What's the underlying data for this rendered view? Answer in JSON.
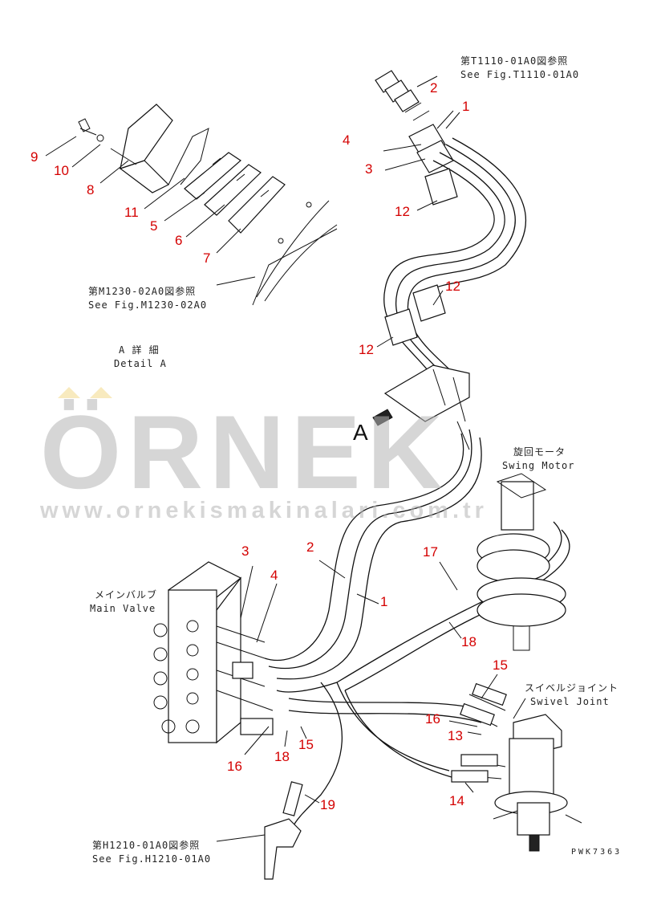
{
  "references": {
    "top": {
      "jp": "第T1110-01A0図参照",
      "en": "See Fig.T1110-01A0"
    },
    "middle_left": {
      "jp": "第M1230-02A0図参照",
      "en": "See Fig.M1230-02A0"
    },
    "bottom": {
      "jp": "第H1210-01A0図参照",
      "en": "See Fig.H1210-01A0"
    }
  },
  "detail": {
    "jp": "A 詳 細",
    "en": "Detail A",
    "marker": "A"
  },
  "components": {
    "swing_motor": {
      "jp": "旋回モータ",
      "en": "Swing Motor"
    },
    "main_valve": {
      "jp": "メインバルブ",
      "en": "Main Valve"
    },
    "swivel_joint": {
      "jp": "スイベルジョイント",
      "en": "Swivel Joint"
    }
  },
  "watermark": {
    "brand": "ÖRNEK",
    "url": "www.ornekismakinalari.com.tr"
  },
  "drawing_code": "PWK7363",
  "callouts": [
    "9",
    "10",
    "8",
    "11",
    "5",
    "6",
    "7",
    "2",
    "1",
    "4",
    "3",
    "12",
    "12",
    "12",
    "3",
    "4",
    "2",
    "1",
    "17",
    "18",
    "15",
    "16",
    "13",
    "14",
    "16",
    "18",
    "15",
    "19"
  ],
  "colors": {
    "callout": "#d40000",
    "line": "#111111",
    "watermark": "#c8c8c8",
    "watermark_dots": "#f3d98a"
  }
}
